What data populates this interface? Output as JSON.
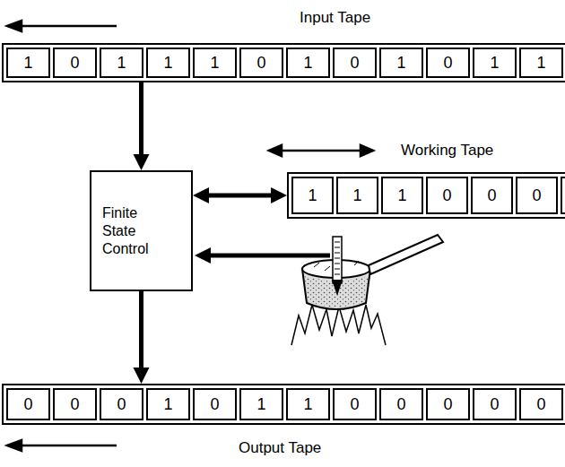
{
  "diagram": {
    "nodes": [
      {
        "text": [
          "Input Tape",
          "1",
          "0",
          "1",
          "1",
          "1",
          "0",
          "1",
          "0",
          "1",
          "0",
          "1",
          "1"
        ]
      },
      {
        "text": [
          "Finite State Control"
        ]
      },
      {
        "text": [
          "Working Tape",
          "1",
          "1",
          "1",
          "0",
          "0",
          "0"
        ]
      },
      {
        "text": [
          "Output Tape",
          "0",
          "0",
          "0",
          "1",
          "0",
          "1",
          "1",
          "0",
          "0",
          "0",
          "0",
          "0"
        ]
      }
    ],
    "edges": [
      {
        "from": 0,
        "to": 1,
        "arrow": "to"
      },
      {
        "from": 1,
        "to": 2,
        "arrow": "both"
      },
      {
        "from": 1,
        "to": 3,
        "arrow": "to"
      }
    ]
  }
}
